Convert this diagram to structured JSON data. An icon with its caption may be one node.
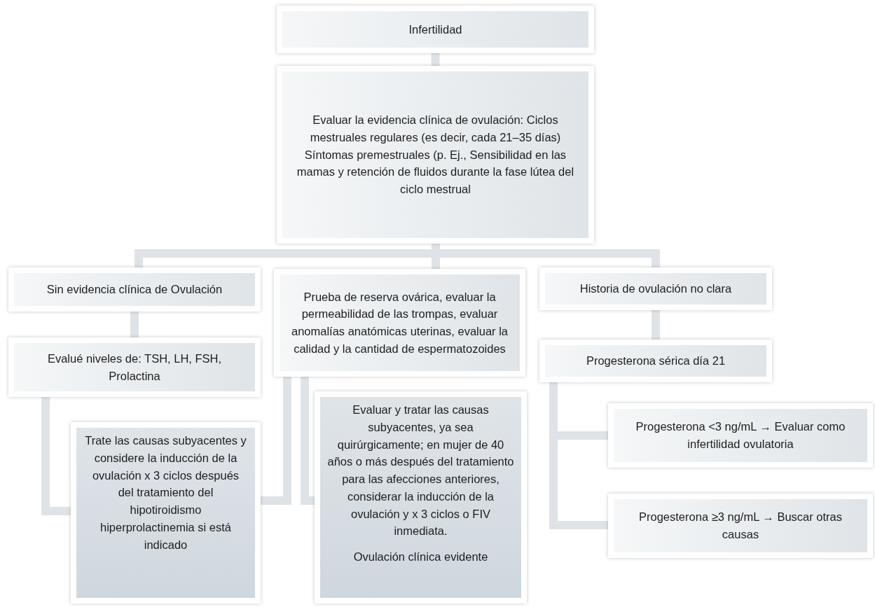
{
  "diagram": {
    "nodes": [
      {
        "text": [
          "Infertilidad"
        ]
      },
      {
        "text": [
          "Evaluar la evidencia clínica de ovulación: Ciclos mestruales regulares (es decir, cada 21–35 días) Síntomas premestruales (p. Ej., Sensibilidad en las mamas y retención de fluidos durante la fase lútea del ciclo mestrual"
        ]
      },
      {
        "text": [
          "Sin evidencia clínica de Ovulación"
        ]
      },
      {
        "text": [
          "Prueba de reserva ovárica, evaluar la permeabilidad de las trompas, evaluar anomalías anatómicas uterinas, evaluar la calidad y la cantidad de espermatozoides"
        ]
      },
      {
        "text": [
          "Historia de ovulación no clara"
        ]
      },
      {
        "text": [
          "Evalué niveles de: TSH, LH, FSH, Prolactina"
        ]
      },
      {
        "text": [
          "Progesterona sérica día 21"
        ]
      },
      {
        "text": [
          "Trate las causas subyacentes y considere la inducción de la ovulación x 3 ciclos después del tratamiento del hipotiroidismo hiperprolactinemia si está indicado"
        ]
      },
      {
        "text": [
          "Evaluar y tratar las causas subyacentes, ya sea quirúrgicamente; en mujer de 40 años o más después del tratamiento para las afecciones anteriores, considerar la inducción de la ovulación y x 3 ciclos o FIV inmediata.",
          "Ovulación clínica evidente"
        ]
      },
      {
        "text": [
          "Progesterona <3 ng/mL → Evaluar como infertilidad ovulatoria"
        ]
      },
      {
        "text": [
          "Progesterona ≥3 ng/mL → Buscar otras causas"
        ]
      }
    ],
    "edges": [
      {
        "from": 0,
        "to": 1,
        "arrow": "none"
      },
      {
        "from": 1,
        "to": 2,
        "arrow": "none"
      },
      {
        "from": 1,
        "to": 3,
        "arrow": "none"
      },
      {
        "from": 1,
        "to": 4,
        "arrow": "none"
      },
      {
        "from": 2,
        "to": 5,
        "arrow": "none"
      },
      {
        "from": 4,
        "to": 6,
        "arrow": "none"
      },
      {
        "from": 5,
        "to": 7,
        "arrow": "none"
      },
      {
        "from": 3,
        "to": 7,
        "arrow": "none"
      },
      {
        "from": 3,
        "to": 8,
        "arrow": "none"
      },
      {
        "from": 6,
        "to": 9,
        "arrow": "none"
      },
      {
        "from": 6,
        "to": 10,
        "arrow": "none"
      }
    ]
  }
}
